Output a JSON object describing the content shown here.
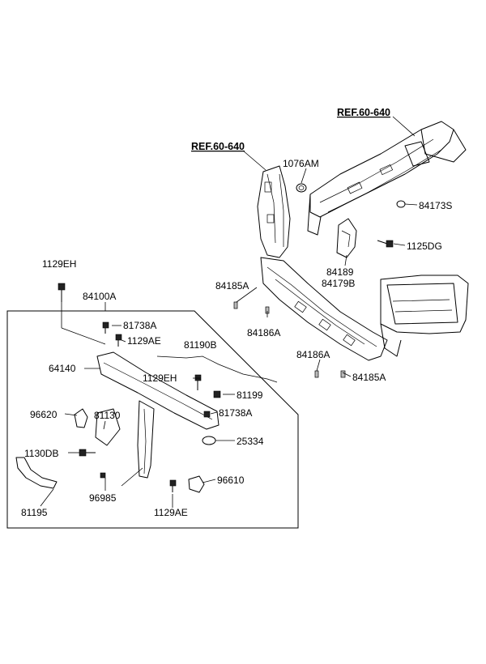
{
  "references": {
    "ref_upper": "REF.60-640",
    "ref_left": "REF.60-640"
  },
  "labels": {
    "p1076AM": "1076AM",
    "p84173S": "84173S",
    "p1125DG": "1125DG",
    "p84189": "84189",
    "p84179B": "84179B",
    "p84185A_l": "84185A",
    "p84186A_l": "84186A",
    "p84186A_r": "84186A",
    "p84185A_r": "84185A",
    "p1129EH_top": "1129EH",
    "p84100A": "84100A",
    "p81738A_top": "81738A",
    "p1129AE_top": "1129AE",
    "p81190B": "81190B",
    "p64140": "64140",
    "p1129EH_mid": "1129EH",
    "p81199": "81199",
    "p96620": "96620",
    "p81130": "81130",
    "p81738A_mid": "81738A",
    "p25334": "25334",
    "p1130DB": "1130DB",
    "p96610": "96610",
    "p96985": "96985",
    "p81195": "81195",
    "p1129AE_bot": "1129AE"
  }
}
